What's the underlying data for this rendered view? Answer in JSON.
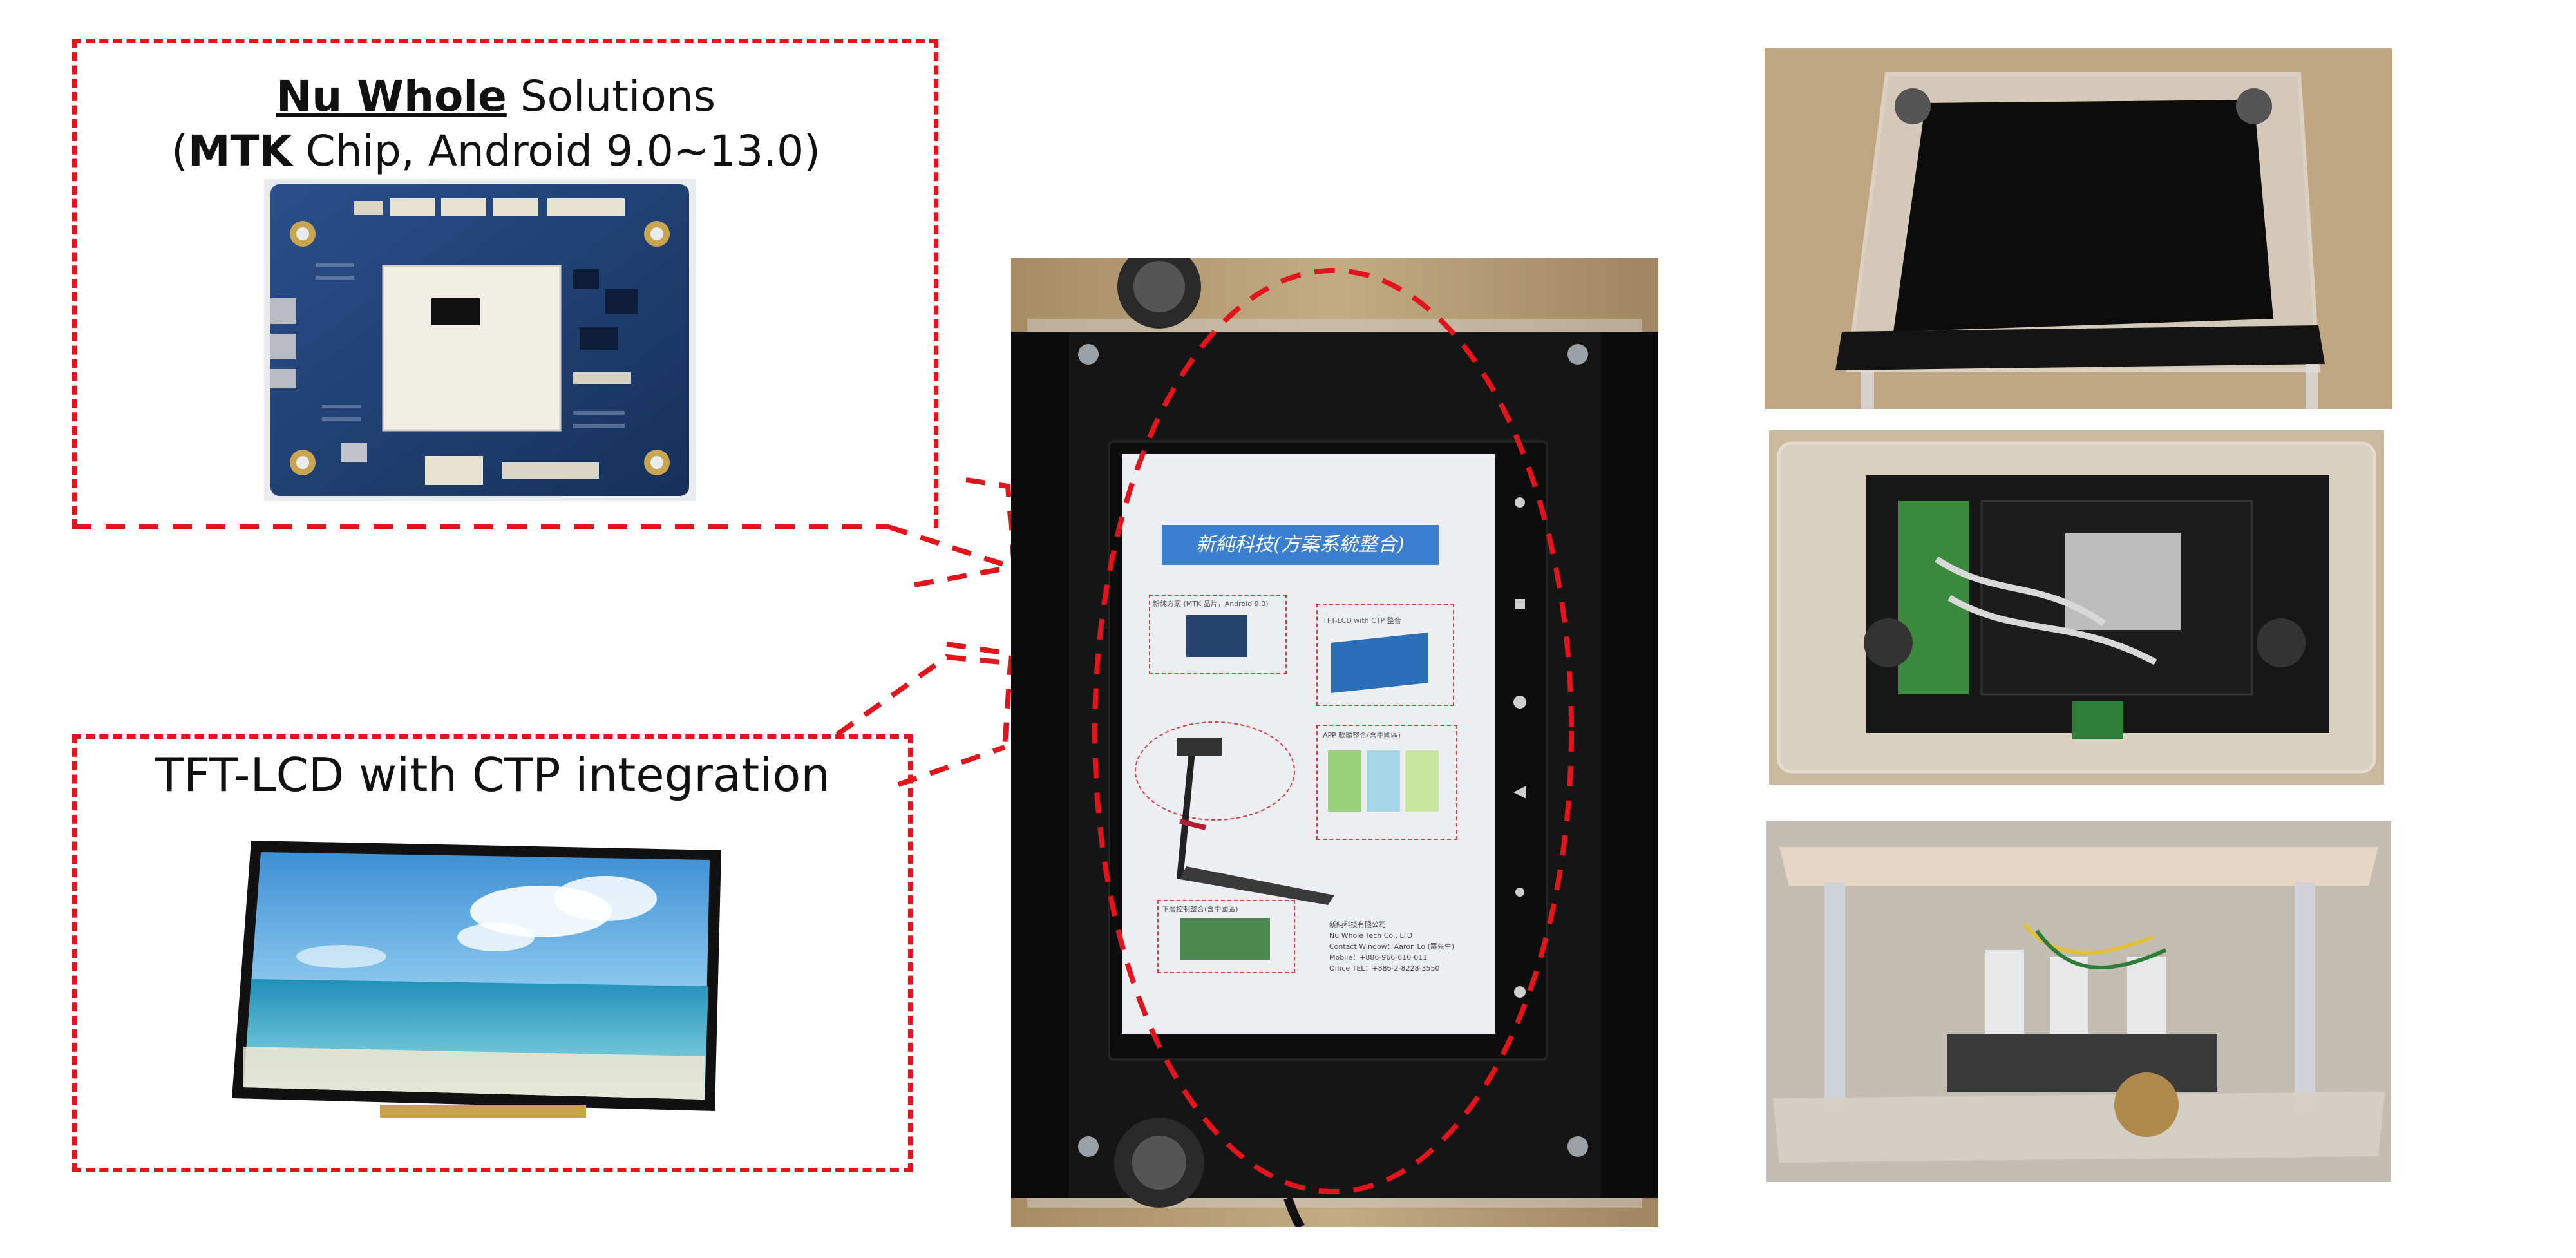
{
  "solutions": {
    "brand": "Nu Whole",
    "suffix": " Solutions",
    "open_paren": "(",
    "chip": "MTK",
    "chip_rest": " Chip, Android 9.0~13.0)"
  },
  "lcd": {
    "caption": "TFT-LCD with CTP integration"
  },
  "device_screen": {
    "title": "新純科技(方案系統整合)",
    "box1_label": "新純方案 (MTK 晶片，Android 9.0)",
    "box2_label": "TFT-LCD with CTP 整合",
    "box3_label": "APP 軟體整合(含中國區)",
    "box4_label": "下層控制整合(含中國區)",
    "company_lines": [
      "新純科技有限公司",
      "Nu Whole Tech Co., LTD",
      "Contact Window：Aaron Lo (羅先生)",
      "Mobile：+886-966-610-011",
      "Office TEL：+886-2-8228-3550"
    ]
  },
  "colors": {
    "accent_red": "#e3141b",
    "pcb_blue": "#1f3c6e",
    "black_frame": "#141414"
  }
}
